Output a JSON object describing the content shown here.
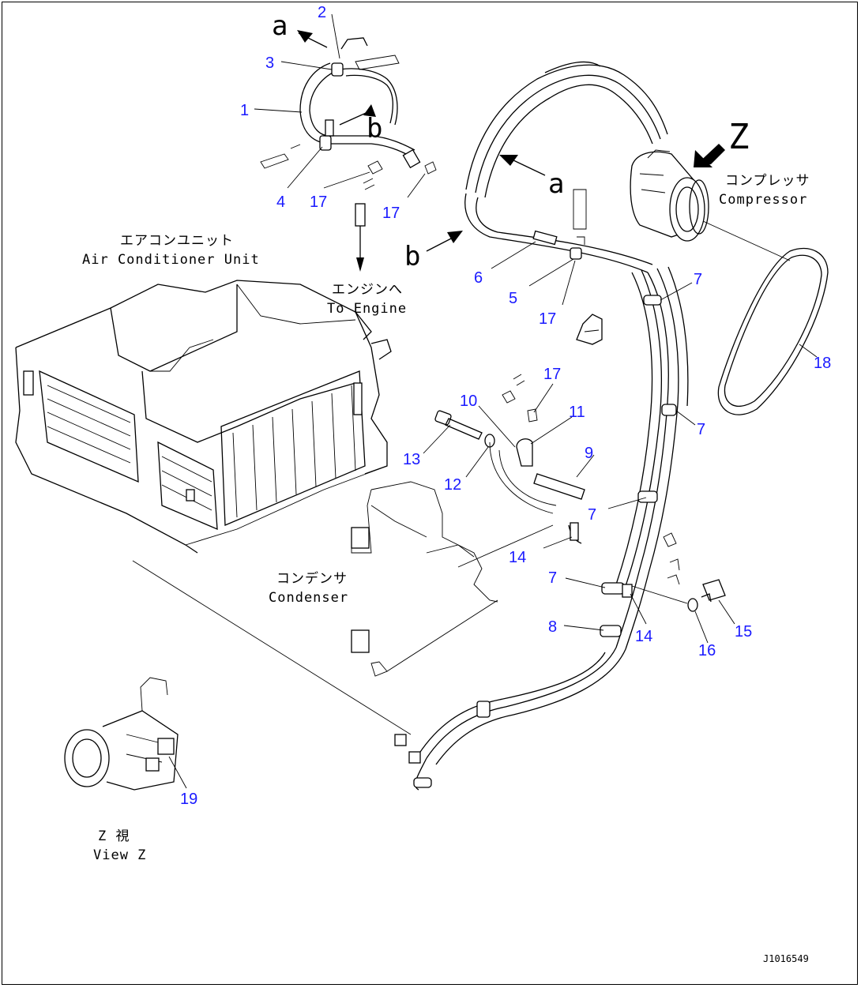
{
  "callouts": {
    "c1": "1",
    "c2": "2",
    "c3": "3",
    "c4": "4",
    "c5": "5",
    "c6": "6",
    "c7a": "7",
    "c7b": "7",
    "c7c": "7",
    "c7d": "7",
    "c8": "8",
    "c9": "9",
    "c10": "10",
    "c11": "11",
    "c12": "12",
    "c13": "13",
    "c14a": "14",
    "c14b": "14",
    "c15": "15",
    "c16": "16",
    "c17a": "17",
    "c17b": "17",
    "c17c": "17",
    "c17d": "17",
    "c18": "18",
    "c19": "19"
  },
  "letters": {
    "a_top": "a",
    "b_top": "b",
    "a_mid": "a",
    "b_mid": "b",
    "z": "Z"
  },
  "labels": {
    "compressor_jp": "コンプレッサ",
    "compressor_en": "Compressor",
    "ac_unit_jp": "エアコンユニット",
    "ac_unit_en": "Air Conditioner Unit",
    "engine_jp": "エンジンへ",
    "engine_en": "To Engine",
    "condenser_jp": "コンデンサ",
    "condenser_en": "Condenser",
    "view_jp": "Z  視",
    "view_en": "View Z"
  },
  "drawing_code": "J1016549",
  "colors": {
    "callout": "#1a1aff",
    "line": "#000000",
    "background": "#ffffff"
  }
}
